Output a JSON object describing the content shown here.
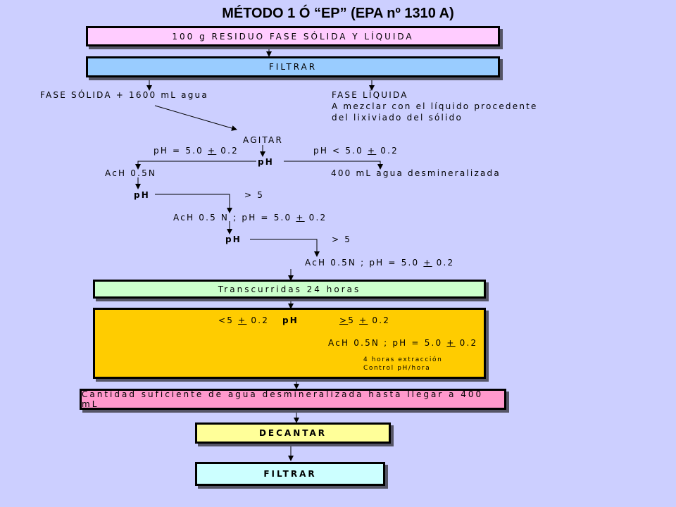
{
  "title": "MÉTODO 1 Ó “EP” (EPA nº 1310 A)",
  "boxes": {
    "residuo": "100 g RESIDUO FASE SÓLIDA Y LÍQUIDA",
    "filtrar1": "FILTRAR",
    "transcurridas": "Transcurridas 24 horas",
    "cantidad": "Cantidad suficiente de agua desmineralizada hasta llegar a 400 mL",
    "decantar": "DECANTAR",
    "filtrar2": "FILTRAR"
  },
  "labels": {
    "fase_solida": "FASE SÓLIDA + 1600 mL agua",
    "fase_liquida": "FASE LÍQUIDA",
    "mezclar_1": "A mezclar con el líquido procedente",
    "mezclar_2": "del lixiviado del sólido",
    "agitar": "AGITAR",
    "ph_eq_pre": "pH = 5.0 ",
    "pm": "+",
    "ph_eq_post": " 0.2",
    "ph_lt_pre": "pH < 5.0 ",
    "ph_main": "pH",
    "ach_05n": "AcH 0.5N",
    "agua_400": "400 mL agua desmineralizada",
    "ph_2": "pH",
    "gt5_1": "> 5",
    "ach_combo_pre": "AcH 0.5 N ; pH = 5.0 ",
    "ph_3": "pH",
    "gt5_2": "> 5",
    "ach_combo2_pre": "AcH 0.5N ; pH = 5.0 ",
    "lt5_pre": "<5 ",
    "ph_orange": "pH",
    "gt5_under": ">",
    "gt5_rest": "5 ",
    "ach_combo3_pre": "AcH 0.5N ; pH = 5.0 ",
    "extraccion_1": "4 horas extracción",
    "extraccion_2": "Control pH/hora"
  },
  "colors": {
    "background": "#cccfff",
    "pink": "#ffccff",
    "blue": "#99ccff",
    "green": "#ccffcc",
    "orange": "#ffcc00",
    "magenta": "#ff99cc",
    "yellow": "#ffff99",
    "cyan": "#ccffff"
  }
}
